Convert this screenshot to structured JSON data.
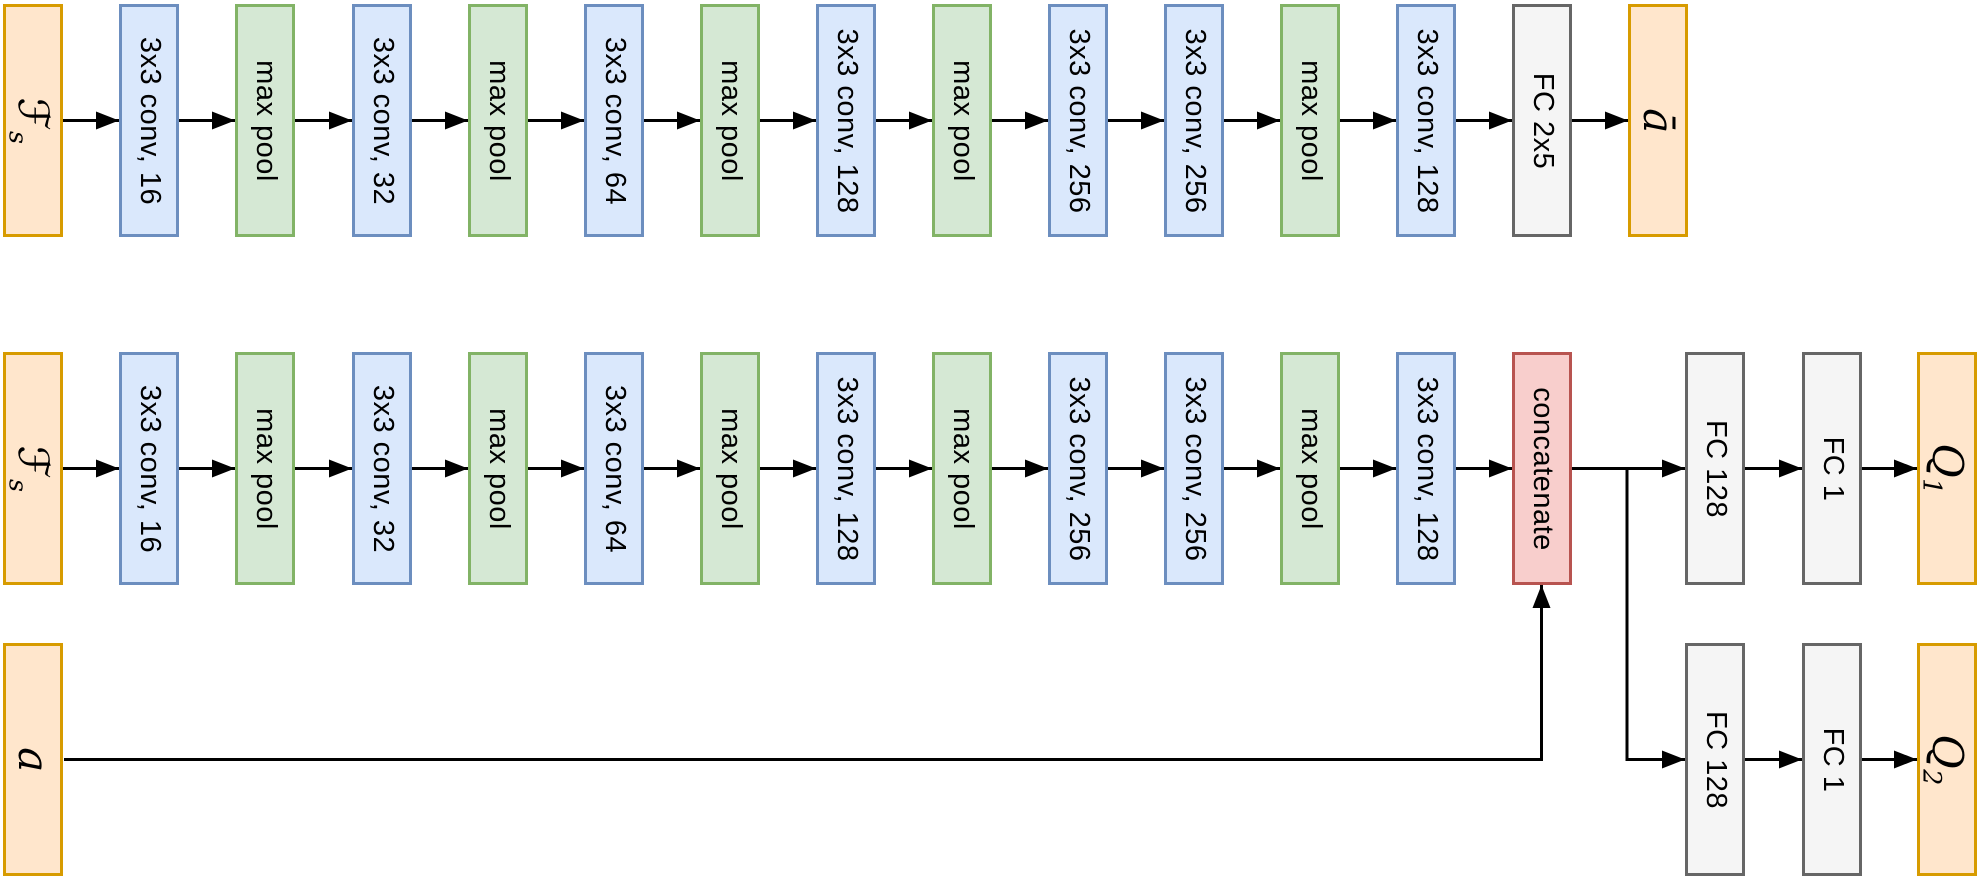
{
  "figure_title": "actor-critic CNN architecture diagram",
  "palette": {
    "input_fill": "#ffe6cc",
    "input_border": "#d79b00",
    "conv_fill": "#dae8fc",
    "conv_border": "#6c8ebf",
    "pool_fill": "#d5e8d4",
    "pool_border": "#82b366",
    "fc_fill": "#f5f5f5",
    "fc_border": "#666666",
    "concat_fill": "#f8cecc",
    "concat_border": "#b85450",
    "line": "#000000",
    "text": "#000000"
  },
  "rows": {
    "top": {
      "name": "mean-action-network",
      "blocks": [
        {
          "name": "input-state-features-top",
          "type": "input",
          "math": {
            "main": "ℱ",
            "sub": "s"
          }
        },
        {
          "name": "conv-16",
          "type": "conv",
          "label": "3x3 conv, 16"
        },
        {
          "name": "max-pool-1",
          "type": "pool",
          "label": "max pool"
        },
        {
          "name": "conv-32",
          "type": "conv",
          "label": "3x3 conv, 32"
        },
        {
          "name": "max-pool-2",
          "type": "pool",
          "label": "max pool"
        },
        {
          "name": "conv-64",
          "type": "conv",
          "label": "3x3 conv, 64"
        },
        {
          "name": "max-pool-3",
          "type": "pool",
          "label": "max pool"
        },
        {
          "name": "conv-128a",
          "type": "conv",
          "label": "3x3 conv, 128"
        },
        {
          "name": "max-pool-4",
          "type": "pool",
          "label": "max pool"
        },
        {
          "name": "conv-256a",
          "type": "conv",
          "label": "3x3 conv, 256"
        },
        {
          "name": "conv-256b",
          "type": "conv",
          "label": "3x3 conv, 256"
        },
        {
          "name": "max-pool-5",
          "type": "pool",
          "label": "max pool"
        },
        {
          "name": "conv-128b",
          "type": "conv",
          "label": "3x3 conv, 128"
        },
        {
          "name": "fc-2x5",
          "type": "fc",
          "label": "FC 2x5"
        },
        {
          "name": "output-mean-action",
          "type": "input",
          "math": {
            "main": "ā"
          }
        }
      ]
    },
    "q": {
      "name": "q-value-network",
      "blocks": [
        {
          "name": "input-state-features-q",
          "type": "input",
          "math": {
            "main": "ℱ",
            "sub": "s"
          }
        },
        {
          "name": "conv-16",
          "type": "conv",
          "label": "3x3 conv, 16"
        },
        {
          "name": "max-pool-1",
          "type": "pool",
          "label": "max pool"
        },
        {
          "name": "conv-32",
          "type": "conv",
          "label": "3x3 conv, 32"
        },
        {
          "name": "max-pool-2",
          "type": "pool",
          "label": "max pool"
        },
        {
          "name": "conv-64",
          "type": "conv",
          "label": "3x3 conv, 64"
        },
        {
          "name": "max-pool-3",
          "type": "pool",
          "label": "max pool"
        },
        {
          "name": "conv-128a",
          "type": "conv",
          "label": "3x3 conv, 128"
        },
        {
          "name": "max-pool-4",
          "type": "pool",
          "label": "max pool"
        },
        {
          "name": "conv-256a",
          "type": "conv",
          "label": "3x3 conv, 256"
        },
        {
          "name": "conv-256b",
          "type": "conv",
          "label": "3x3 conv, 256"
        },
        {
          "name": "max-pool-5",
          "type": "pool",
          "label": "max pool"
        },
        {
          "name": "conv-128b",
          "type": "conv",
          "label": "3x3 conv, 128"
        },
        {
          "name": "concatenate",
          "type": "concat",
          "label": "concatenate"
        },
        {
          "name": "fc-128-q1",
          "type": "fc",
          "label": "FC 128"
        },
        {
          "name": "fc-1-q1",
          "type": "fc",
          "label": "FC 1"
        },
        {
          "name": "output-q1",
          "type": "input",
          "math": {
            "main": "Q",
            "sub": "1"
          }
        }
      ]
    },
    "q2": {
      "name": "q2-branch",
      "blocks": [
        {
          "name": "input-action-a",
          "type": "input",
          "math": {
            "main": "a"
          }
        },
        {
          "name": "fc-128-q2",
          "type": "fc",
          "label": "FC 128"
        },
        {
          "name": "fc-1-q2",
          "type": "fc",
          "label": "FC 1"
        },
        {
          "name": "output-q2",
          "type": "input",
          "math": {
            "main": "Q",
            "sub": "2"
          }
        }
      ]
    }
  },
  "connections": [
    "ℱs → 3x3 conv, 16 → max pool → 3x3 conv, 32 → max pool → 3x3 conv, 64 → max pool → 3x3 conv, 128 → max pool → 3x3 conv, 256 → 3x3 conv, 256 → max pool → 3x3 conv, 128 → FC 2x5 → ā",
    "ℱs → 3x3 conv, 16 → max pool → 3x3 conv, 32 → max pool → 3x3 conv, 64 → max pool → 3x3 conv, 128 → max pool → 3x3 conv, 256 → 3x3 conv, 256 → max pool → 3x3 conv, 128 → concatenate",
    "a → concatenate",
    "concatenate → FC 128 → FC 1 → Q1",
    "concatenate → FC 128 → FC 1 → Q2"
  ]
}
